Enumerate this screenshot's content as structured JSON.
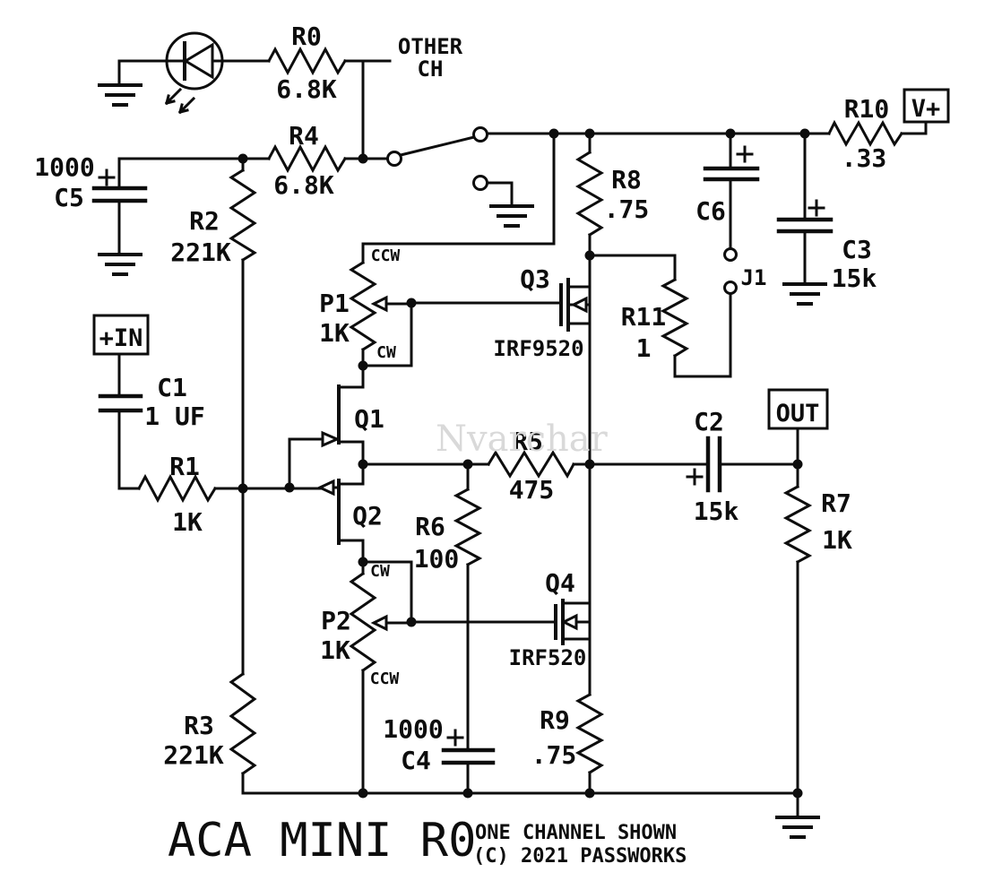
{
  "schematic": {
    "title": "ACA MINI R0",
    "note_line1": "ONE CHANNEL SHOWN",
    "note_line2": "(C) 2021 PASSWORKS",
    "watermark": "Nvarchar",
    "terminals": {
      "input": "+IN",
      "output": "OUT",
      "supply": "V+"
    },
    "labels": {
      "other_ch_line1": "OTHER",
      "other_ch_line2": "CH",
      "jumper": "J1"
    },
    "resistors": {
      "r0": {
        "ref": "R0",
        "value": "6.8K"
      },
      "r1": {
        "ref": "R1",
        "value": "1K"
      },
      "r2": {
        "ref": "R2",
        "value": "221K"
      },
      "r3": {
        "ref": "R3",
        "value": "221K"
      },
      "r4": {
        "ref": "R4",
        "value": "6.8K"
      },
      "r5": {
        "ref": "R5",
        "value": "475"
      },
      "r6": {
        "ref": "R6",
        "value": "100"
      },
      "r7": {
        "ref": "R7",
        "value": "1K"
      },
      "r8": {
        "ref": "R8",
        "value": ".75"
      },
      "r9": {
        "ref": "R9",
        "value": ".75"
      },
      "r10": {
        "ref": "R10",
        "value": ".33"
      },
      "r11": {
        "ref": "R11",
        "value": "1"
      }
    },
    "potentiometers": {
      "p1": {
        "ref": "P1",
        "value": "1K",
        "top_end": "CCW",
        "bottom_end": "CW"
      },
      "p2": {
        "ref": "P2",
        "value": "1K",
        "top_end": "CW",
        "bottom_end": "CCW"
      }
    },
    "capacitors": {
      "c1": {
        "ref": "C1",
        "value": "1 UF"
      },
      "c2": {
        "ref": "C2",
        "value": "15k"
      },
      "c3": {
        "ref": "C3",
        "value": "15k"
      },
      "c4": {
        "ref": "C4",
        "value": "1000"
      },
      "c5": {
        "ref": "C5",
        "value": "1000"
      },
      "c6": {
        "ref": "C6"
      }
    },
    "transistors": {
      "q1": {
        "ref": "Q1"
      },
      "q2": {
        "ref": "Q2"
      },
      "q3": {
        "ref": "Q3",
        "part": "IRF9520"
      },
      "q4": {
        "ref": "Q4",
        "part": "IRF520"
      }
    }
  }
}
